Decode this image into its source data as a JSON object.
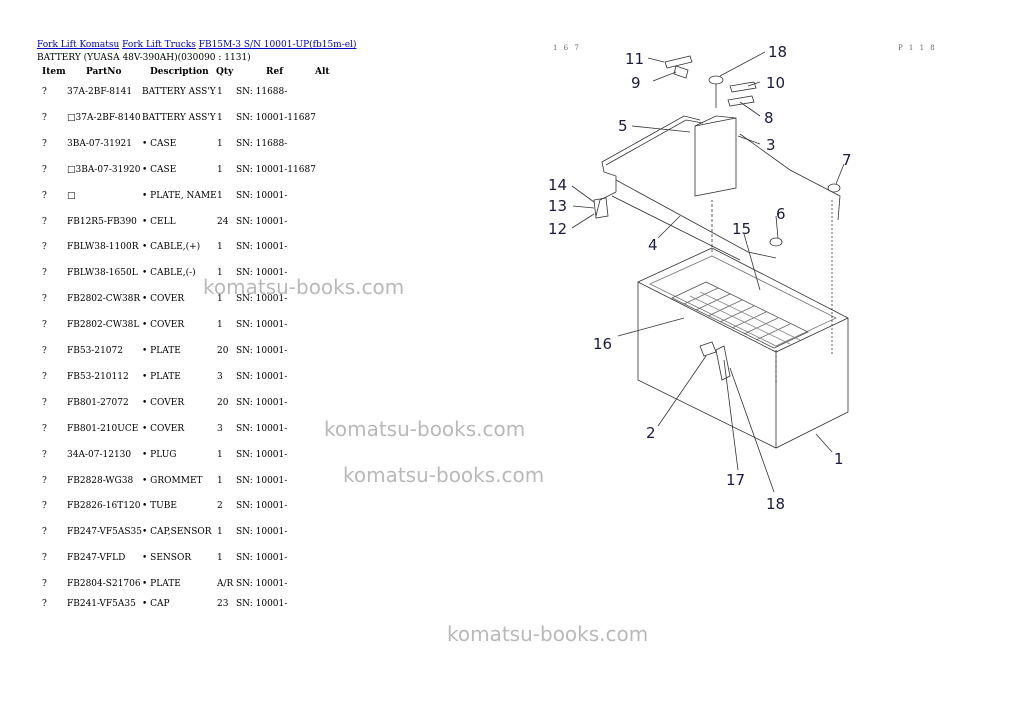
{
  "breadcrumb": [
    "Fork Lift Komatsu",
    "Fork Lift Trucks",
    "FB15M-3 S/N 10001-UP(fb15m-el)"
  ],
  "section_title": "BATTERY (YUASA 48V-390AH)(030090 : 1131)",
  "columns": {
    "item": "Item",
    "partno": "PartNo",
    "description": "Description",
    "qty": "Qty",
    "ref": "Ref",
    "alt": "Alt"
  },
  "parts": [
    {
      "item": "?",
      "partno": "37A-2BF-8141",
      "description": "BATTERY ASS'Y",
      "qty": "1",
      "ref": "SN: 11688-"
    },
    {
      "item": "?",
      "partno": "□37A-2BF-8140",
      "description": "BATTERY ASS'Y",
      "qty": "1",
      "ref": "SN: 10001-11687"
    },
    {
      "item": "?",
      "partno": "3BA-07-31921",
      "description": "• CASE",
      "qty": "1",
      "ref": "SN: 11688-"
    },
    {
      "item": "?",
      "partno": "□3BA-07-31920",
      "description": "• CASE",
      "qty": "1",
      "ref": "SN: 10001-11687"
    },
    {
      "item": "?",
      "partno": "□",
      "description": "• PLATE, NAME",
      "qty": "1",
      "ref": "SN: 10001-"
    },
    {
      "item": "?",
      "partno": "FB12R5-FB390",
      "description": "• CELL",
      "qty": "24",
      "ref": "SN: 10001-"
    },
    {
      "item": "?",
      "partno": "FBLW38-1100R",
      "description": "• CABLE,(+)",
      "qty": "1",
      "ref": "SN: 10001-"
    },
    {
      "item": "?",
      "partno": "FBLW38-1650L",
      "description": "• CABLE,(-)",
      "qty": "1",
      "ref": "SN: 10001-"
    },
    {
      "item": "?",
      "partno": "FB2802-CW38R",
      "description": "• COVER",
      "qty": "1",
      "ref": "SN: 10001-"
    },
    {
      "item": "?",
      "partno": "FB2802-CW38L",
      "description": "• COVER",
      "qty": "1",
      "ref": "SN: 10001-"
    },
    {
      "item": "?",
      "partno": "FB53-21072",
      "description": "• PLATE",
      "qty": "20",
      "ref": "SN: 10001-"
    },
    {
      "item": "?",
      "partno": "FB53-210112",
      "description": "• PLATE",
      "qty": "3",
      "ref": "SN: 10001-"
    },
    {
      "item": "?",
      "partno": "FB801-27072",
      "description": "• COVER",
      "qty": "20",
      "ref": "SN: 10001-"
    },
    {
      "item": "?",
      "partno": "FB801-210UCE",
      "description": "• COVER",
      "qty": "3",
      "ref": "SN: 10001-"
    },
    {
      "item": "?",
      "partno": "34A-07-12130",
      "description": "• PLUG",
      "qty": "1",
      "ref": "SN: 10001-"
    },
    {
      "item": "?",
      "partno": "FB2828-WG38",
      "description": "• GROMMET",
      "qty": "1",
      "ref": "SN: 10001-"
    },
    {
      "item": "?",
      "partno": "FB2826-16T120",
      "description": "• TUBE",
      "qty": "2",
      "ref": "SN: 10001-"
    },
    {
      "item": "?",
      "partno": "FB247-VF5AS35",
      "description": "• CAP,SENSOR",
      "qty": "1",
      "ref": "SN: 10001-"
    },
    {
      "item": "?",
      "partno": "FB247-VFLD",
      "description": "• SENSOR",
      "qty": "1",
      "ref": "SN: 10001-"
    },
    {
      "item": "?",
      "partno": "FB2804-S21706",
      "description": "• PLATE",
      "qty": "A/R",
      "ref": "SN: 10001-"
    },
    {
      "item": "?",
      "partno": "FB241-VF5A35",
      "description": "• CAP",
      "qty": "23",
      "ref": "SN: 10001-"
    }
  ],
  "watermarks": [
    "komatsu-books.com",
    "komatsu-books.com",
    "komatsu-books.com",
    "komatsu-books.com"
  ],
  "page_marks": {
    "left": "1 6 7",
    "right": "P 1 1 8"
  },
  "diagram": {
    "callouts": [
      "11",
      "18",
      "9",
      "10",
      "8",
      "5",
      "3",
      "7",
      "14",
      "13",
      "12",
      "4",
      "6",
      "15",
      "16",
      "2",
      "17",
      "18",
      "1"
    ]
  },
  "colors": {
    "link": "#0000cc",
    "watermark": "#b9b9b9",
    "drawing": "#333333",
    "callout": "#1a1a40"
  }
}
